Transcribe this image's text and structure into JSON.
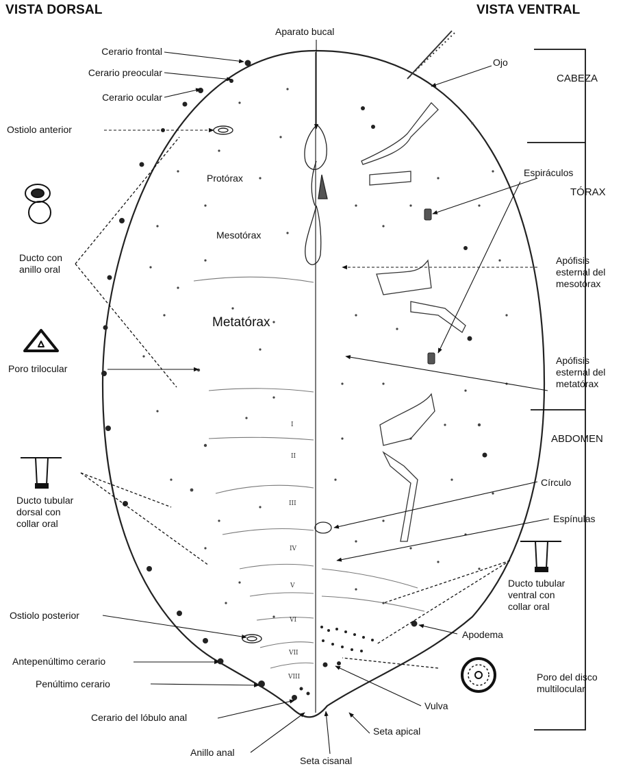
{
  "headers": {
    "dorsal": "VISTA DORSAL",
    "ventral": "VISTA VENTRAL"
  },
  "sections": {
    "cabeza": "CABEZA",
    "torax": "TÓRAX",
    "abdomen": "ABDOMEN"
  },
  "regions": {
    "protorax": "Protórax",
    "mesotorax": "Mesotórax",
    "metatorax": "Metatórax"
  },
  "segments": [
    "I",
    "II",
    "III",
    "IV",
    "V",
    "VI",
    "VII",
    "VIII"
  ],
  "labels": {
    "aparato_bucal": "Aparato bucal",
    "cerario_frontal": "Cerario frontal",
    "cerario_preocular": "Cerario preocular",
    "cerario_ocular": "Cerario ocular",
    "ostiolo_anterior": "Ostiolo anterior",
    "ducto_anillo_oral": "Ducto con\nanillo oral",
    "poro_trilocular": "Poro trilocular",
    "ducto_tubular_dorsal": "Ducto tubular\ndorsal con\ncollar oral",
    "ostiolo_posterior": "Ostiolo posterior",
    "antepenultimo_cerario": "Antepenúltimo cerario",
    "penultimo_cerario": "Penúltimo cerario",
    "cerario_lobulo_anal": "Cerario del lóbulo anal",
    "anillo_anal": "Anillo anal",
    "seta_cisanal": "Seta cisanal",
    "seta_apical": "Seta apical",
    "vulva": "Vulva",
    "poro_disco": "Poro del disco\nmultilocular",
    "apodema": "Apodema",
    "ducto_tubular_ventral": "Ducto tubular\nventral con\ncollar oral",
    "espinulas": "Espínulas",
    "circulo": "Círculo",
    "apofisis_metatorax": "Apófisis\nesternal del\nmetatórax",
    "apofisis_mesotorax": "Apófisis\nesternal del\nmesotórax",
    "espiraculos": "Espiráculos",
    "ojo": "Ojo"
  }
}
